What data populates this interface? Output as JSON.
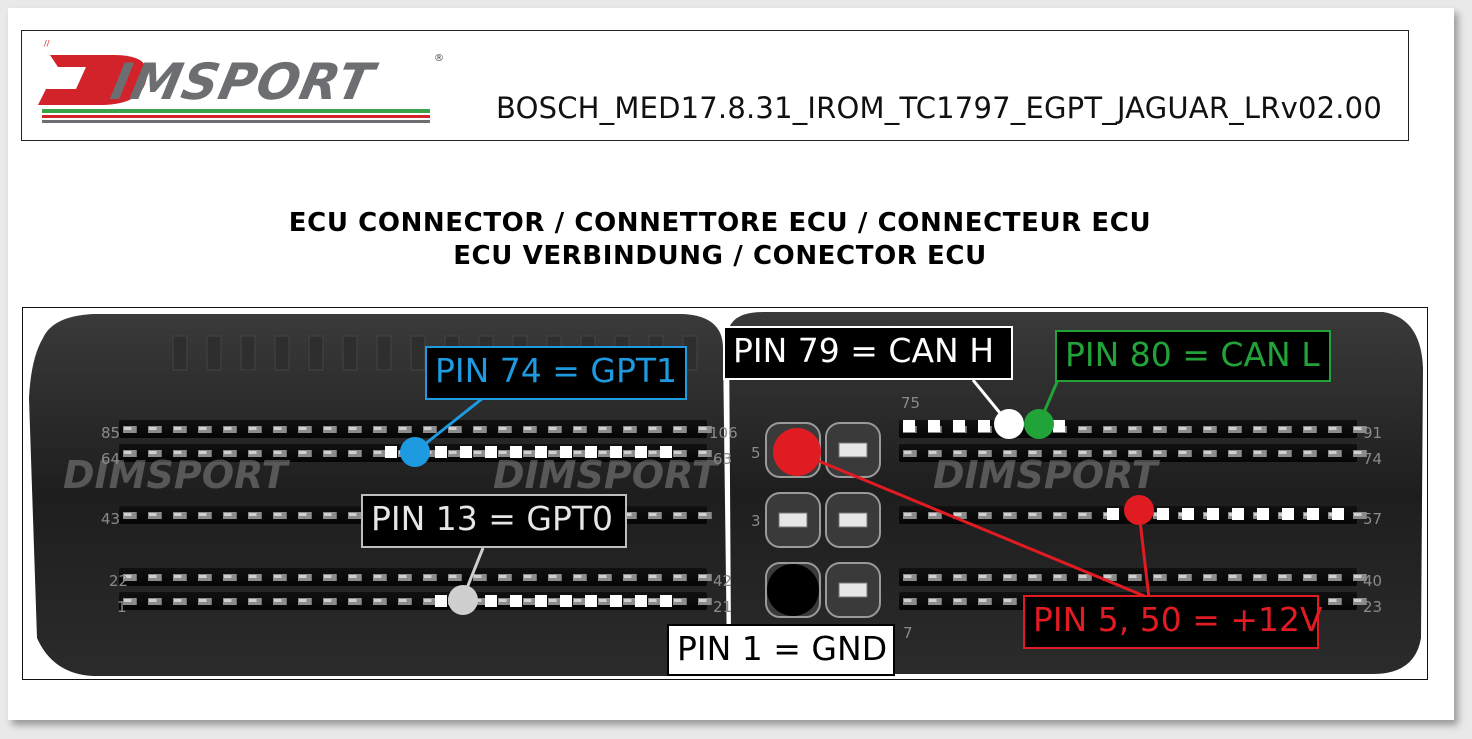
{
  "logo": {
    "brand": "DIMSPORT",
    "mark": "®"
  },
  "document": {
    "title": "BOSCH_MED17.8.31_IROM_TC1797_EGPT_JAGUAR_LRv02.00",
    "heading_line1": "ECU CONNECTOR / CONNETTORE ECU / CONNECTEUR ECU",
    "heading_line2": "ECU VERBINDUNG / CONECTOR ECU"
  },
  "pin_labels": [
    {
      "id": "gpt1",
      "text": "PIN 74 = GPT1",
      "color": "#1e9be0"
    },
    {
      "id": "canh",
      "text": "PIN  79 = CAN H",
      "color": "#ffffff"
    },
    {
      "id": "canl",
      "text": "PIN 80 = CAN L",
      "color": "#22a33a"
    },
    {
      "id": "gpt0",
      "text": "PIN 13 = GPT0",
      "color": "#cfcfcf"
    },
    {
      "id": "gnd",
      "text": "PIN 1 = GND",
      "color": "#000000"
    },
    {
      "id": "v12",
      "text": "PIN 5, 50 = +12V",
      "color": "#e01b22"
    }
  ],
  "pin_numbers": {
    "left": [
      "85",
      "64",
      "43",
      "22",
      "1",
      "106",
      "63",
      "42",
      "21"
    ],
    "right": [
      "75",
      "91",
      "74",
      "57",
      "40",
      "23",
      "7"
    ],
    "center": [
      "5",
      "3"
    ]
  },
  "watermark": "DIMSPORT",
  "colors": {
    "brand_red": "#d2232a",
    "brand_gray": "#6d6e71",
    "stripe_green": "#3aa34a"
  }
}
